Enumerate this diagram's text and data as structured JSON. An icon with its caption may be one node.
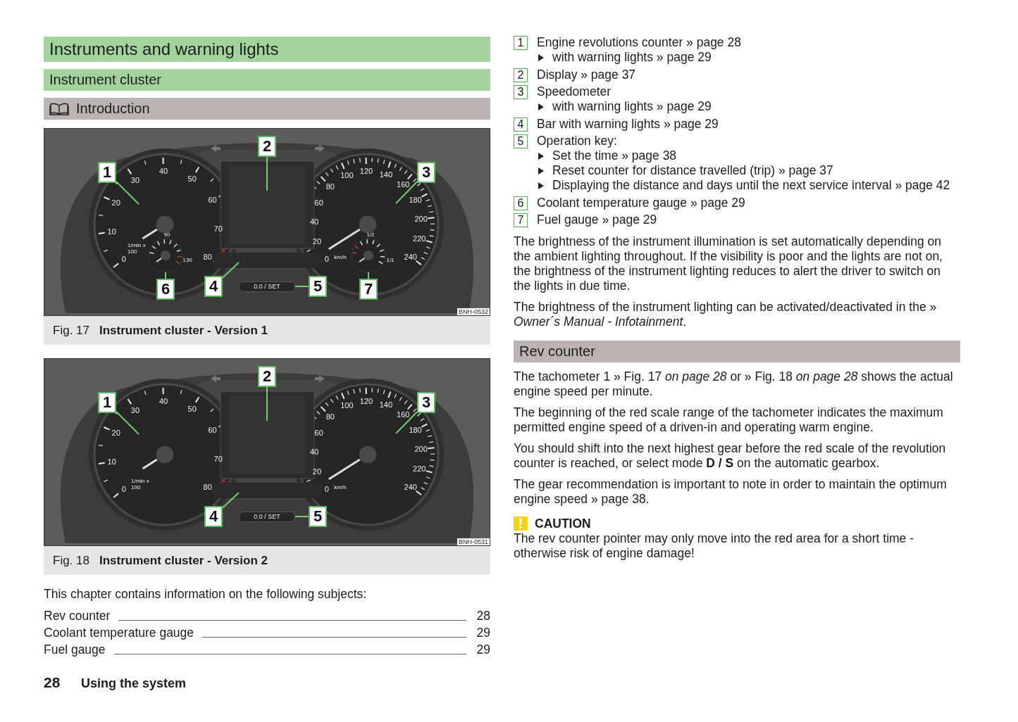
{
  "diagram": {
    "nodes": [
      {
        "text": [
          "Instruments and warning lights"
        ]
      },
      {
        "text": [
          "Instrument cluster"
        ]
      },
      {
        "text": [
          "Introduction"
        ]
      },
      {
        "text": [],
        "shape": "picture"
      },
      {
        "text": [
          "2"
        ],
        "in": 3
      },
      {
        "text": [
          "1"
        ],
        "in": 3
      },
      {
        "text": [
          "3"
        ],
        "in": 3
      },
      {
        "text": [
          "6"
        ],
        "in": 3
      },
      {
        "text": [
          "4"
        ],
        "in": 3
      },
      {
        "text": [
          "5"
        ],
        "in": 3
      },
      {
        "text": [
          "7"
        ],
        "in": 3
      },
      {
        "text": [
          "Fig. 17",
          "Instrument cluster - Version 1"
        ]
      },
      {
        "text": [],
        "shape": "picture"
      },
      {
        "text": [
          "2"
        ],
        "in": 12
      },
      {
        "text": [
          "1"
        ],
        "in": 12
      },
      {
        "text": [
          "3"
        ],
        "in": 12
      },
      {
        "text": [
          "4"
        ],
        "in": 12
      },
      {
        "text": [
          "5"
        ],
        "in": 12
      },
      {
        "text": [
          "Fig. 18",
          "Instrument cluster - Version 2"
        ]
      },
      {
        "text": [
          "1"
        ],
        "beside": [
          "Engine revolutions counter » page 28",
          "with warning lights » page 29"
        ]
      },
      {
        "text": [
          "2"
        ],
        "beside": [
          "Display » page 37"
        ]
      },
      {
        "text": [
          "3"
        ],
        "beside": [
          "Speedometer",
          "with warning lights » page 29"
        ]
      },
      {
        "text": [
          "4"
        ],
        "beside": [
          "Bar with warning lights » page 29"
        ]
      },
      {
        "text": [
          "5"
        ],
        "beside": [
          "Operation key:",
          "Set the time » page 38",
          "Reset counter for distance travelled (trip) » page 37",
          "Displaying the distance and days until the next service interval » page 42"
        ]
      },
      {
        "text": [
          "6"
        ],
        "beside": [
          "Coolant temperature gauge » page 29"
        ]
      },
      {
        "text": [
          "7"
        ],
        "beside": [
          "Fuel gauge » page 29"
        ]
      },
      {
        "text": [
          "Rev counter"
        ]
      },
      {
        "text": [
          "0.0 / SET"
        ],
        "in": 3
      },
      {
        "text": [],
        "shape": "circle",
        "in": 3
      },
      {
        "text": [],
        "shape": "circle",
        "in": 3
      },
      {
        "text": [
          "0.0 / SET"
        ],
        "in": 12
      }
    ],
    "edges": [
      {
        "from": 4,
        "to": null,
        "arrow": "none"
      },
      {
        "from": 5,
        "to": null,
        "arrow": "none"
      },
      {
        "from": 6,
        "to": null,
        "arrow": "none"
      },
      {
        "from": 7,
        "to": 28,
        "arrow": "none"
      },
      {
        "from": 8,
        "to": null,
        "arrow": "none"
      },
      {
        "from": 9,
        "to": 27,
        "arrow": "none"
      },
      {
        "from": 10,
        "to": 29,
        "arrow": "none"
      },
      {
        "from": 13,
        "to": null,
        "arrow": "none"
      },
      {
        "from": 14,
        "to": null,
        "arrow": "none"
      },
      {
        "from": 15,
        "to": null,
        "arrow": "none"
      },
      {
        "from": 16,
        "to": null,
        "arrow": "none"
      },
      {
        "from": 17,
        "to": 30,
        "arrow": "none"
      }
    ],
    "labels": [
      "0",
      "10",
      "20",
      "30",
      "40",
      "50",
      "60",
      "70",
      "80",
      "1/min x 100",
      "90",
      "130",
      "0",
      "20",
      "40",
      "60",
      "80",
      "100",
      "120",
      "140",
      "160",
      "180",
      "200",
      "220",
      "240",
      "km/h",
      "1/2",
      "1/1",
      "BNH-0532",
      "0",
      "10",
      "20",
      "30",
      "40",
      "50",
      "60",
      "70",
      "80",
      "1/min x 100",
      "0",
      "20",
      "40",
      "60",
      "80",
      "100",
      "120",
      "140",
      "160",
      "180",
      "200",
      "220",
      "240",
      "km/h",
      "BNH-0531",
      "This chapter contains information on the following subjects:",
      "Rev counter",
      "28",
      "Coolant temperature gauge",
      "29",
      "Fuel gauge",
      "29",
      "28",
      "Using the system",
      "The brightness of the instrument illumination is set automatically depending on the ambient lighting throughout. If the visibility is poor and the lights are not on, the brightness of the instrument lighting reduces to alert the driver to switch on the lights in due time.",
      "The brightness of the instrument lighting can be activated/deactivated in the » *Owner´s Manual - Infotainment*.",
      "The tachometer 1 » Fig. 17 *on page 28* or » Fig. 18 *on page 28* shows the actual engine speed per minute.",
      "The beginning of the red scale range of the tachometer indicates the maximum permitted engine speed of a driven-in and operating warm engine.",
      "You should shift into the next highest gear before the red scale of the revolution counter is reached, or select mode **D / S** on the automatic gearbox.",
      "The gear recommendation is important to note in order to maintain the optimum engine speed » page 38.",
      "CAUTION",
      "The rev counter pointer may only move into the red area for a short time - otherwise risk of engine damage!"
    ]
  }
}
